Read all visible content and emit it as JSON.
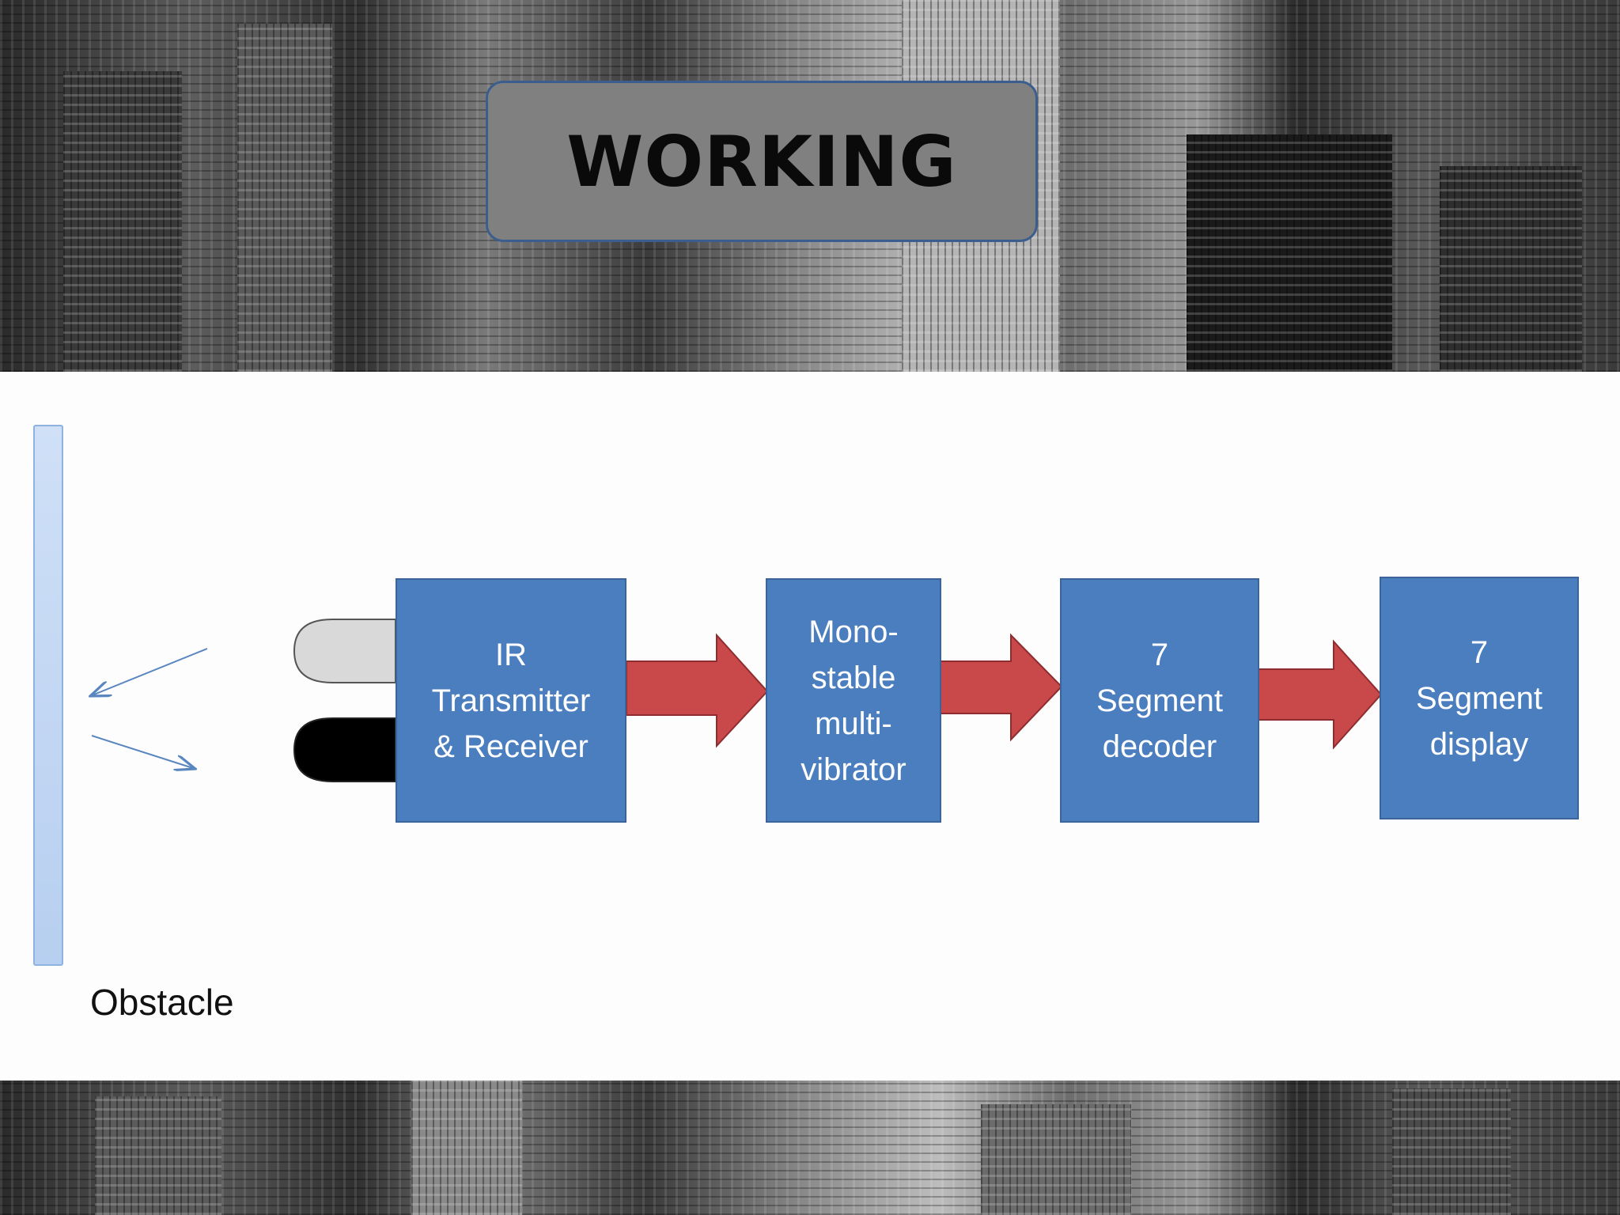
{
  "slide": {
    "title": "WORKING"
  },
  "diagram": {
    "obstacle_label": "Obstacle",
    "blocks": [
      {
        "label": "IR\nTransmitter\n& Receiver"
      },
      {
        "label": "Mono-\nstable\nmulti-\nvibrator"
      },
      {
        "label": "7\nSegment\ndecoder"
      },
      {
        "label": "7\nSegment\ndisplay"
      }
    ],
    "colors": {
      "block_fill": "#4a7ebf",
      "arrow_fill": "#c9484a",
      "title_fill": "#808080",
      "obstacle_fill": "#c4d8f4",
      "ray_stroke": "#5a86c0"
    }
  }
}
